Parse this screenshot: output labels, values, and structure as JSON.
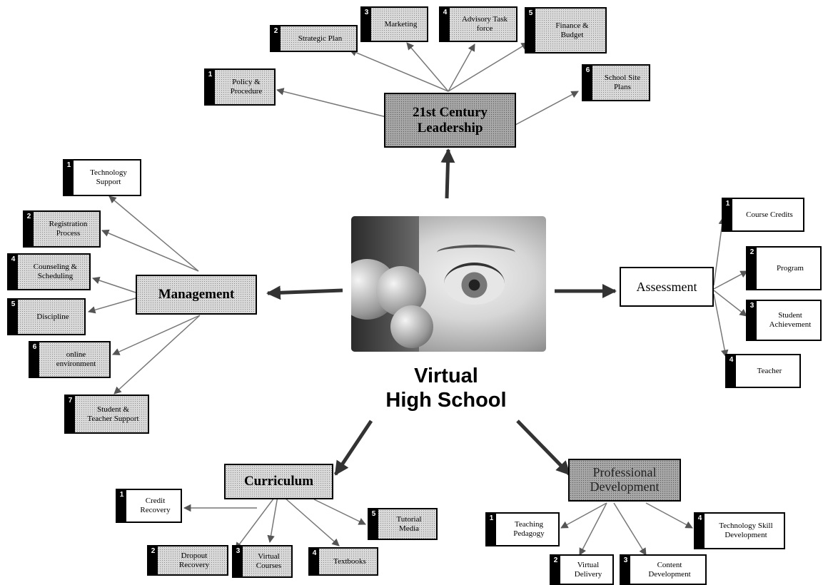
{
  "title": "Virtual\nHigh School",
  "center_photo": {
    "description": ""
  },
  "hubs": {
    "leadership": "21st Century\nLeadership",
    "management": "Management",
    "assessment": "Assessment",
    "curriculum": "Curriculum",
    "professional": "Professional\nDevelopment"
  },
  "leadership_items": [
    {
      "num": "1",
      "label": "Policy &\nProcedure"
    },
    {
      "num": "2",
      "label": "Strategic Plan"
    },
    {
      "num": "3",
      "label": "Marketing"
    },
    {
      "num": "4",
      "label": "Advisory Task\nforce"
    },
    {
      "num": "5",
      "label": "Finance &\nBudget"
    },
    {
      "num": "6",
      "label": "School Site\nPlans"
    }
  ],
  "management_items": [
    {
      "num": "1",
      "label": "Technology\nSupport"
    },
    {
      "num": "2",
      "label": "Registration\nProcess"
    },
    {
      "num": "4",
      "label": "Counseling &\nScheduling"
    },
    {
      "num": "5",
      "label": "Discipline"
    },
    {
      "num": "6",
      "label": "online\nenvironment"
    },
    {
      "num": "7",
      "label": "Student &\nTeacher Support"
    }
  ],
  "assessment_items": [
    {
      "num": "1",
      "label": "Course Credits"
    },
    {
      "num": "2",
      "label": "Program"
    },
    {
      "num": "3",
      "label": "Student\nAchievement"
    },
    {
      "num": "4",
      "label": "Teacher"
    }
  ],
  "curriculum_items": [
    {
      "num": "1",
      "label": "Credit\nRecovery"
    },
    {
      "num": "2",
      "label": "Dropout\nRecovery"
    },
    {
      "num": "3",
      "label": "Virtual\nCourses"
    },
    {
      "num": "4",
      "label": "Textbooks"
    },
    {
      "num": "5",
      "label": "Tutorial\nMedia"
    }
  ],
  "professional_items": [
    {
      "num": "1",
      "label": "Teaching\nPedagogy"
    },
    {
      "num": "2",
      "label": "Virtual\nDelivery"
    },
    {
      "num": "3",
      "label": "Content\nDevelopment"
    },
    {
      "num": "4",
      "label": "Technology Skill\nDevelopment"
    }
  ]
}
